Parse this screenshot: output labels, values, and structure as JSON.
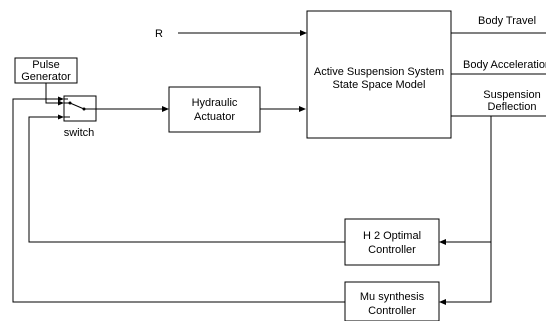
{
  "blocks": {
    "pulse_generator": [
      "Pulse",
      "Generator"
    ],
    "switch": "switch",
    "actuator": [
      "Hydraulic",
      "Actuator"
    ],
    "model": [
      "Active Suspension System",
      "State Space Model"
    ],
    "h2": [
      "H 2 Optimal",
      "Controller"
    ],
    "mu": [
      "Mu synthesis",
      "Controller"
    ]
  },
  "inputs": {
    "r": "R"
  },
  "outputs": {
    "body_travel": "Body Travel",
    "body_acceleration": "Body Acceleration",
    "suspension_deflection": [
      "Suspension",
      "Deflection"
    ]
  }
}
